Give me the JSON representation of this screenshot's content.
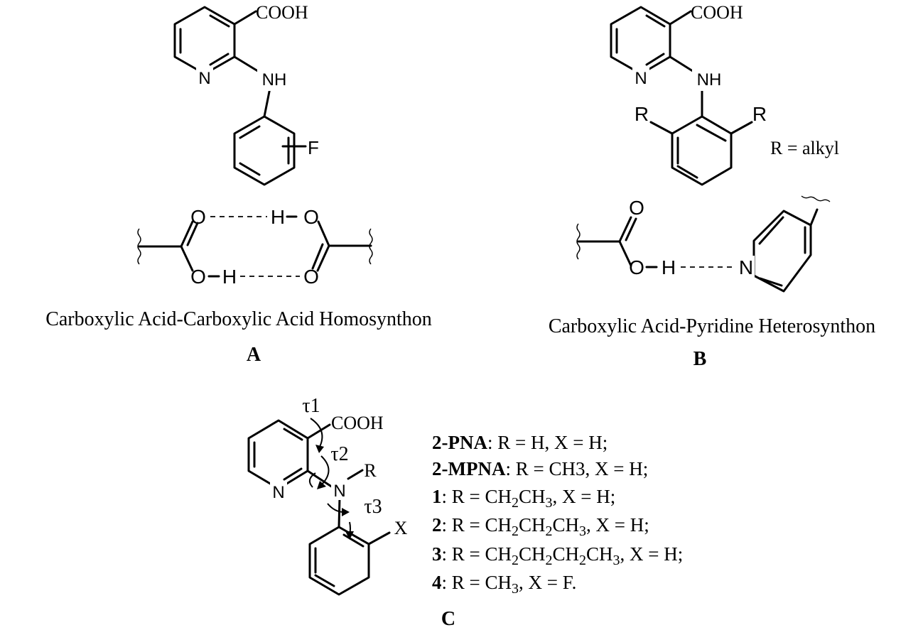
{
  "panel_a": {
    "carboxyl_label": "COOH",
    "ring_n_label": "N",
    "amine_label": "NH",
    "substituent_label": "F",
    "synthon": {
      "o1": "O",
      "h1": "H",
      "o2": "O",
      "o3": "O",
      "h2": "H",
      "o4": "O"
    },
    "caption": "Carboxylic Acid-Carboxylic Acid Homosynthon",
    "letter": "A"
  },
  "panel_b": {
    "carboxyl_label": "COOH",
    "ring_n_label": "N",
    "amine_label": "NH",
    "r_left": "R",
    "r_right": "R",
    "r_definition": "R = alkyl",
    "synthon": {
      "o_carbonyl": "O",
      "o_hydroxyl": "O",
      "h": "H",
      "n_pyridine": "N"
    },
    "caption": "Carboxylic Acid-Pyridine Heterosynthon",
    "letter": "B"
  },
  "panel_c": {
    "tau1": "τ1",
    "tau2": "τ2",
    "tau3": "τ3",
    "carboxyl_label": "COOH",
    "ring_n_label": "N",
    "amine_n_label": "N",
    "r_label": "R",
    "x_label": "X",
    "letter": "C",
    "compounds": [
      {
        "id": "2-PNA",
        "rest_html": ": R = H, X = H;"
      },
      {
        "id": "2-MPNA",
        "rest_html": ": R = CH3, X = H;"
      },
      {
        "id": "1",
        "rest_html": ": R = CH<tspan baseline-shift=\"-6\" font-size=\"20\">2</tspan>CH<tspan baseline-shift=\"-6\" font-size=\"20\">3</tspan>, X = H;"
      },
      {
        "id": "2",
        "rest_html": ": R = CH<tspan baseline-shift=\"-6\" font-size=\"20\">2</tspan>CH<tspan baseline-shift=\"-6\" font-size=\"20\">2</tspan>CH<tspan baseline-shift=\"-6\" font-size=\"20\">3</tspan>, X = H;"
      },
      {
        "id": "3",
        "rest_html": ": R = CH<tspan baseline-shift=\"-6\" font-size=\"20\">2</tspan>CH<tspan baseline-shift=\"-6\" font-size=\"20\">2</tspan>CH<tspan baseline-shift=\"-6\" font-size=\"20\">2</tspan>CH<tspan baseline-shift=\"-6\" font-size=\"20\">3</tspan>, X = H;"
      },
      {
        "id": "4",
        "rest_html": ": R = CH<tspan baseline-shift=\"-6\" font-size=\"20\">3</tspan>, X = F."
      }
    ]
  }
}
